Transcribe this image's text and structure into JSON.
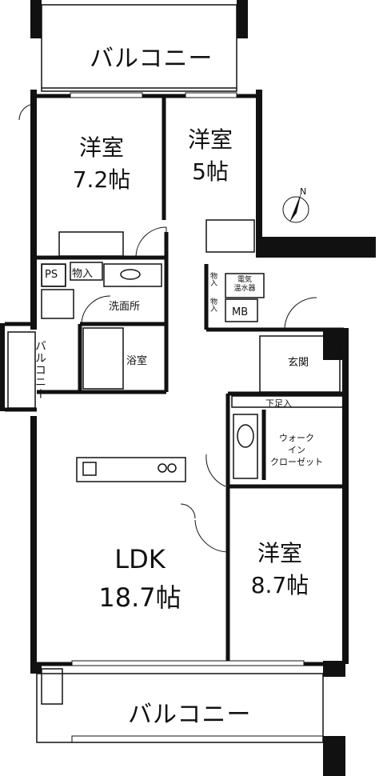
{
  "balcony_top": "バルコニー",
  "balcony_bottom": "バルコニー",
  "balcony_side": "バルコニー",
  "bedroom1": {
    "name": "洋室",
    "size": "7.2帖"
  },
  "bedroom2": {
    "name": "洋室",
    "size": "5帖"
  },
  "bedroom3": {
    "name": "洋室",
    "size": "8.7帖"
  },
  "ldk": {
    "name": "LDK",
    "size": "18.7帖"
  },
  "ps": "PS",
  "storage1": "物入",
  "storage2": "物入",
  "storage3": "物入",
  "washroom": "洗面所",
  "bathroom": "浴室",
  "water_heater": "電気\n温水器",
  "mb": "MB",
  "entrance": "玄関",
  "shoe_cabinet": "下足入",
  "walk_in_closet": "ウォーク\nイン\nクローゼット",
  "north": "N"
}
